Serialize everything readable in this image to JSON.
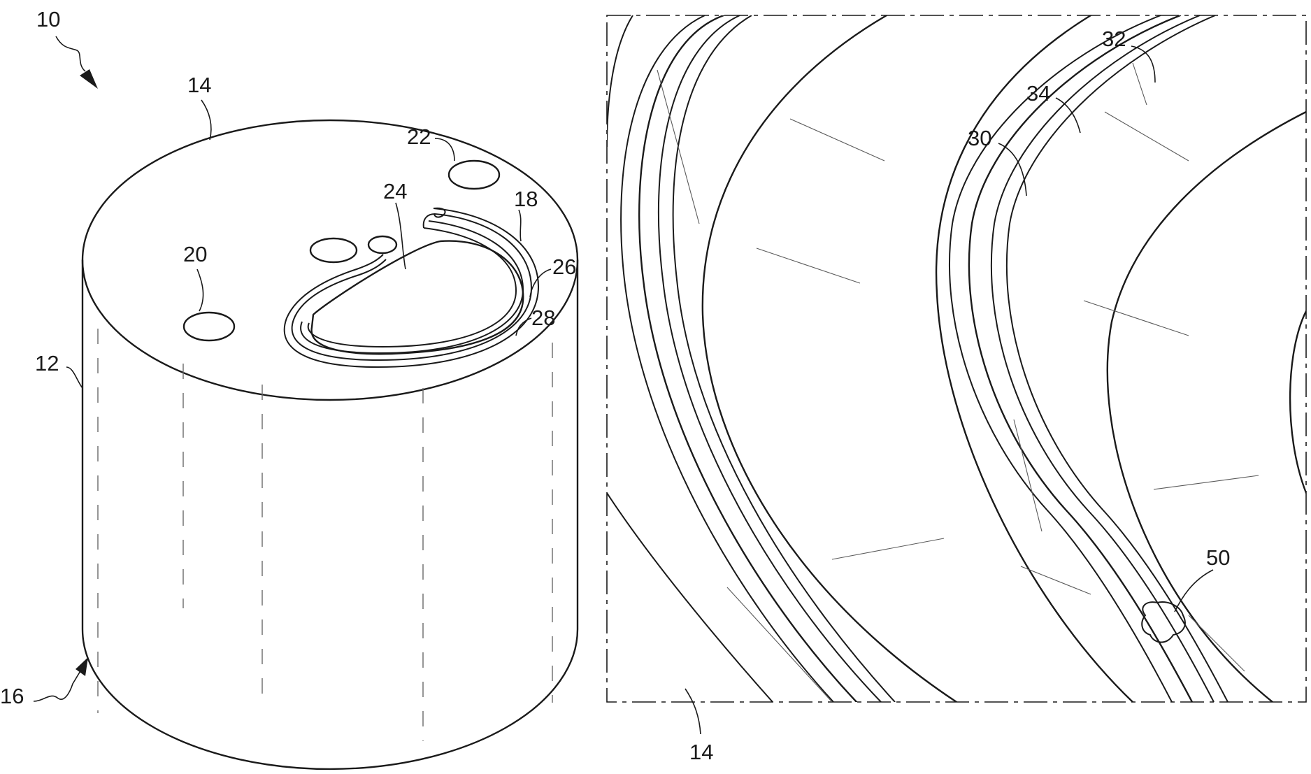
{
  "labels": {
    "ref_10": "10",
    "ref_14_top": "14",
    "ref_22": "22",
    "ref_24": "24",
    "ref_18": "18",
    "ref_20": "20",
    "ref_26": "26",
    "ref_28": "28",
    "ref_12": "12",
    "ref_16": "16",
    "ref_32": "32",
    "ref_34": "34",
    "ref_30": "30",
    "ref_50": "50",
    "ref_14_detail": "14"
  }
}
